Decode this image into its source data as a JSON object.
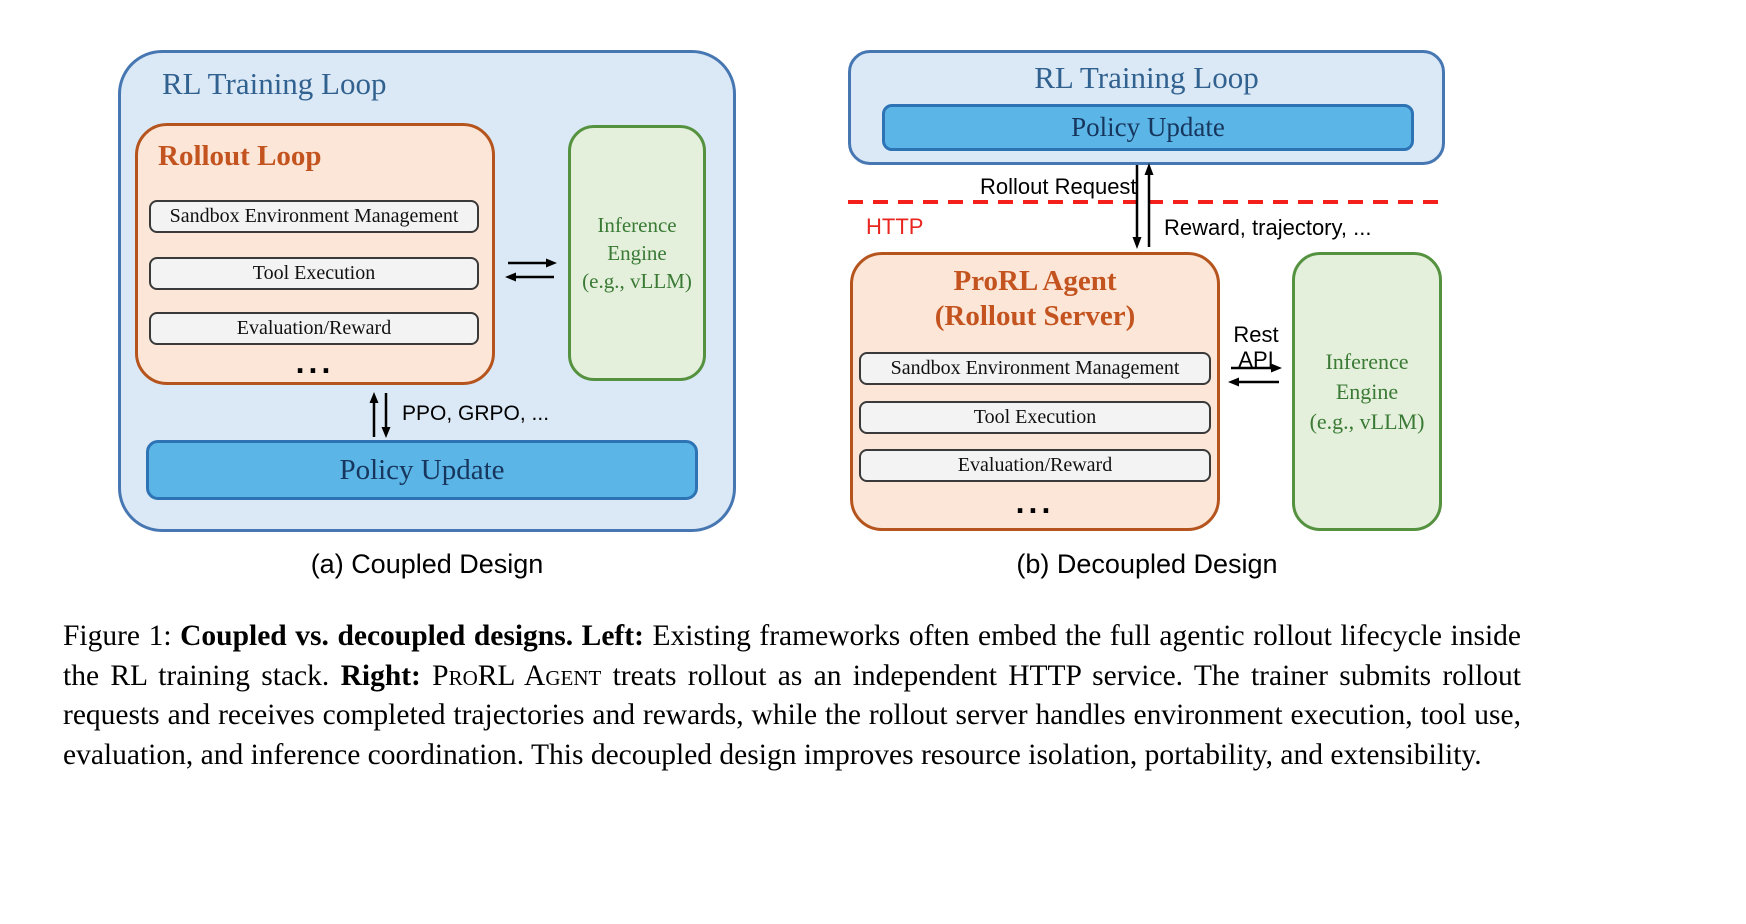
{
  "left": {
    "outer_title": "RL Training Loop",
    "rollout": {
      "title": "Rollout Loop",
      "boxes": [
        "Sandbox Environment Management",
        "Tool Execution",
        "Evaluation/Reward"
      ],
      "ellipsis": "..."
    },
    "inference": [
      "Inference",
      "Engine",
      "(e.g., vLLM)"
    ],
    "algo_label": "PPO, GRPO, ...",
    "policy_update": "Policy Update",
    "caption": "(a) Coupled Design"
  },
  "right": {
    "outer_title": "RL Training Loop",
    "policy_update": "Policy Update",
    "rollout_request": "Rollout Request",
    "http": "HTTP",
    "reward_label": "Reward, trajectory, ...",
    "agent": {
      "title_line1": "ProRL Agent",
      "title_line2": "(Rollout Server)",
      "boxes": [
        "Sandbox Environment Management",
        "Tool Execution",
        "Evaluation/Reward"
      ],
      "ellipsis": "..."
    },
    "rest_api": [
      "Rest",
      "API"
    ],
    "inference": [
      "Inference",
      "Engine",
      "(e.g., vLLM)"
    ],
    "caption": "(b) Decoupled Design"
  },
  "caption": {
    "p1": "Figure 1: ",
    "b1": "Coupled vs. decoupled designs. ",
    "b2": "Left: ",
    "p2": "Existing frameworks often embed the full agentic rollout lifecycle inside the RL training stack. ",
    "b3": "Right: ",
    "sc": "ProRL Agent",
    "p3": " treats rollout as an independent HTTP service. The trainer submits rollout requests and receives completed trajectories and rewards, while the rollout server handles environment execution, tool use, evaluation, and inference coordination. This decoupled design improves resource isolation, portability, and extensibility."
  },
  "colors": {
    "blue_fill": "#dbe9f6",
    "blue_border": "#4677b2",
    "blue_title_text": "#31618f",
    "policy_fill": "#5bb5e7",
    "policy_border": "#2e74b5",
    "policy_text": "#17365d",
    "orange_fill": "#fce6d8",
    "orange_border": "#b5541c",
    "orange_title_text": "#c4541f",
    "green_fill": "#e4f0dc",
    "green_border": "#55923f",
    "green_text": "#3a7a35",
    "gray_box_fill": "#f3f3f3",
    "http_red": "#e8251f"
  }
}
